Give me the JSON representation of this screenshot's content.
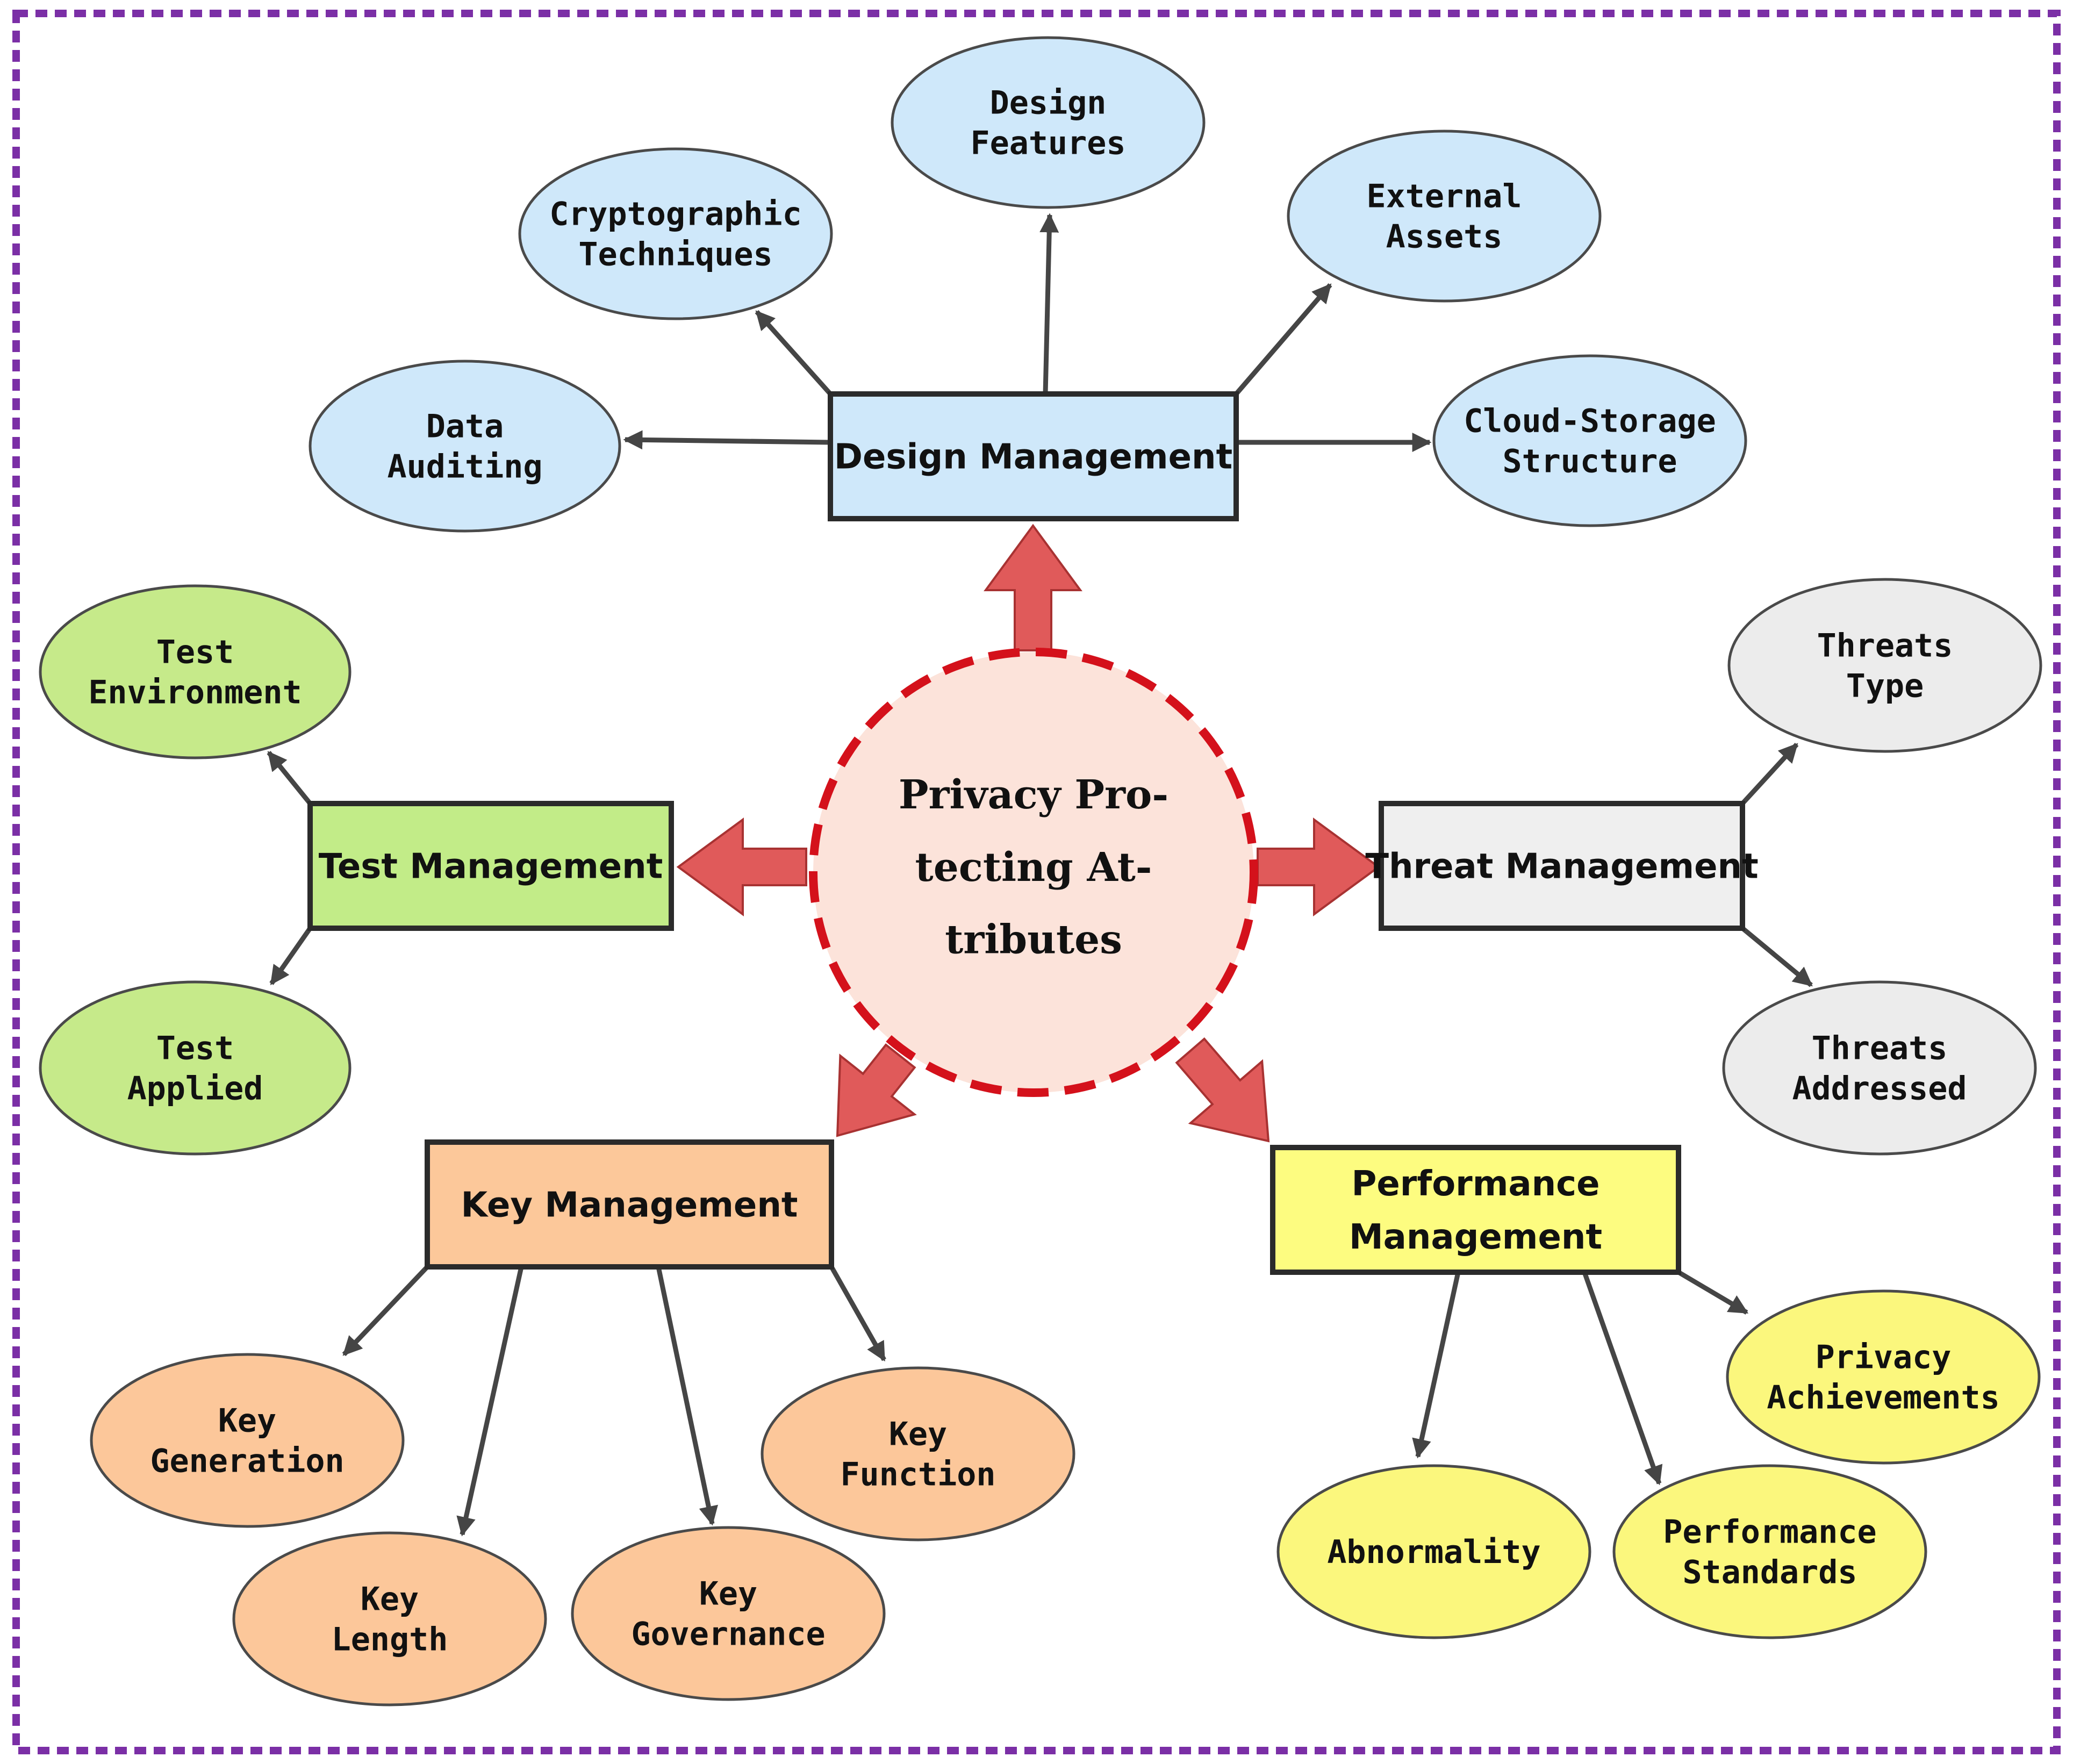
{
  "center": {
    "lines": [
      "Privacy Pro-",
      "tecting At-",
      "tributes"
    ],
    "fill": "#fce3da",
    "stroke": "#d4111b"
  },
  "arrow_color": "#e05a5a",
  "connector_color": "#454545",
  "frame_color": "#7b2fa6",
  "groups": [
    {
      "id": "design",
      "label": [
        "Design Management"
      ],
      "fill": "#cfe8fa",
      "ellipse_fill": "#cfe8fa",
      "children": [
        {
          "id": "data-auditing",
          "label": [
            "Data",
            "Auditing"
          ]
        },
        {
          "id": "cryptographic-techniques",
          "label": [
            "Cryptographic",
            "Techniques"
          ]
        },
        {
          "id": "design-features",
          "label": [
            "Design",
            "Features"
          ]
        },
        {
          "id": "external-assets",
          "label": [
            "External",
            "Assets"
          ]
        },
        {
          "id": "cloud-storage-structure",
          "label": [
            "Cloud-Storage",
            "Structure"
          ]
        }
      ]
    },
    {
      "id": "test",
      "label": [
        "Test Management"
      ],
      "fill": "#c2ec88",
      "ellipse_fill": "#c6ea8a",
      "children": [
        {
          "id": "test-environment",
          "label": [
            "Test",
            "Environment"
          ]
        },
        {
          "id": "test-applied",
          "label": [
            "Test",
            "Applied"
          ]
        }
      ]
    },
    {
      "id": "threat",
      "label": [
        "Threat Management"
      ],
      "fill": "#efefef",
      "ellipse_fill": "#ececec",
      "children": [
        {
          "id": "threats-type",
          "label": [
            "Threats",
            "Type"
          ]
        },
        {
          "id": "threats-addressed",
          "label": [
            "Threats",
            "Addressed"
          ]
        }
      ]
    },
    {
      "id": "key",
      "label": [
        "Key Management"
      ],
      "fill": "#fcc89a",
      "ellipse_fill": "#fcc79a",
      "children": [
        {
          "id": "key-generation",
          "label": [
            "Key",
            "Generation"
          ]
        },
        {
          "id": "key-length",
          "label": [
            "Key",
            "Length"
          ]
        },
        {
          "id": "key-governance",
          "label": [
            "Key",
            "Governance"
          ]
        },
        {
          "id": "key-function",
          "label": [
            "Key",
            "Function"
          ]
        }
      ]
    },
    {
      "id": "performance",
      "label": [
        "Performance",
        "Management"
      ],
      "fill": "#fdfc80",
      "ellipse_fill": "#fbf77d",
      "children": [
        {
          "id": "abnormality",
          "label": [
            "Abnormality"
          ]
        },
        {
          "id": "performance-standards",
          "label": [
            "Performance",
            "Standards"
          ]
        },
        {
          "id": "privacy-achievements",
          "label": [
            "Privacy",
            "Achievements"
          ]
        }
      ]
    }
  ]
}
